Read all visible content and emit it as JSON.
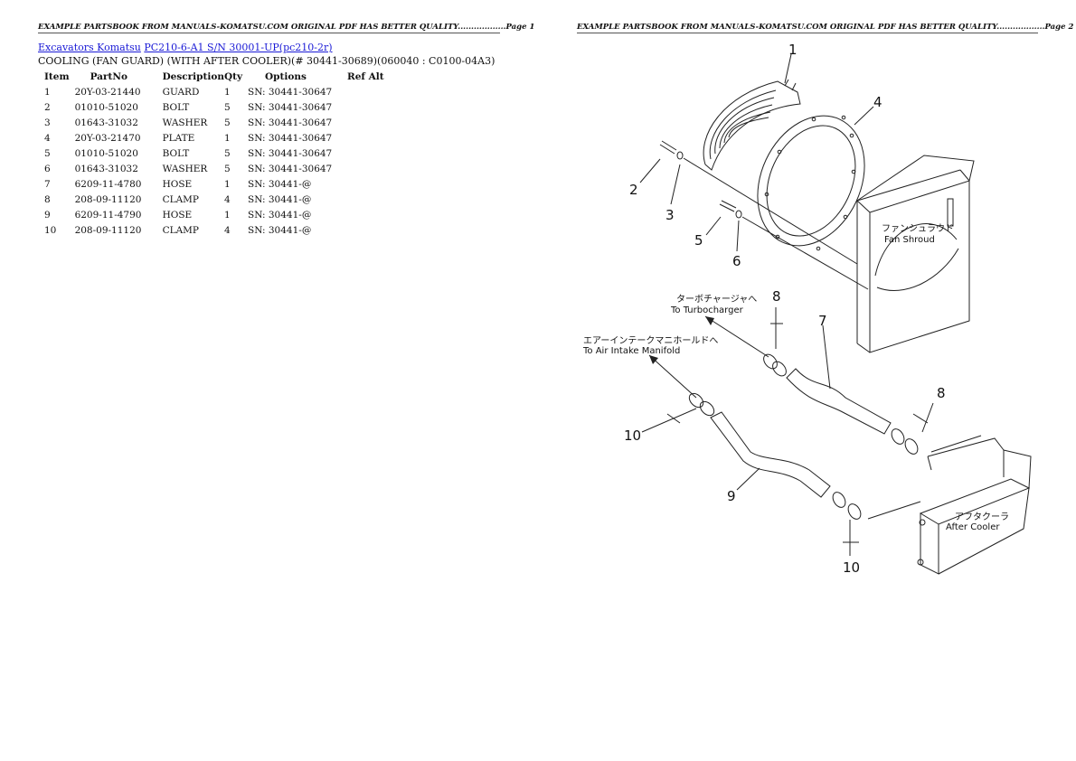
{
  "page1_header": "EXAMPLE PARTSBOOK FROM MANUALS-KOMATSU.COM ORIGINAL PDF HAS BETTER QUALITY..................Page 1",
  "page2_header": "EXAMPLE PARTSBOOK FROM MANUALS-KOMATSU.COM ORIGINAL PDF HAS BETTER QUALITY..................Page 2",
  "breadcrumb": {
    "link1": "Excavators Komatsu",
    "link2": "PC210-6-A1 S/N 30001-UP(pc210-2r)"
  },
  "subtitle": "COOLING (FAN GUARD) (WITH AFTER COOLER)(# 30441-30689)(060040 : C0100-04A3)",
  "table": {
    "headers": {
      "item": "Item",
      "partno": "PartNo",
      "description": "Description",
      "qty": "Qty",
      "options": "Options",
      "refalt": "Ref Alt"
    },
    "rows": [
      {
        "item": "1",
        "partno": "20Y-03-21440",
        "description": "GUARD",
        "qty": "1",
        "options": "SN: 30441-30647"
      },
      {
        "item": "2",
        "partno": "01010-51020",
        "description": "BOLT",
        "qty": "5",
        "options": "SN: 30441-30647"
      },
      {
        "item": "3",
        "partno": "01643-31032",
        "description": "WASHER",
        "qty": "5",
        "options": "SN: 30441-30647"
      },
      {
        "item": "4",
        "partno": "20Y-03-21470",
        "description": "PLATE",
        "qty": "1",
        "options": "SN: 30441-30647"
      },
      {
        "item": "5",
        "partno": "01010-51020",
        "description": "BOLT",
        "qty": "5",
        "options": "SN: 30441-30647"
      },
      {
        "item": "6",
        "partno": "01643-31032",
        "description": "WASHER",
        "qty": "5",
        "options": "SN: 30441-30647"
      },
      {
        "item": "7",
        "partno": "6209-11-4780",
        "description": "HOSE",
        "qty": "1",
        "options": "SN: 30441-@"
      },
      {
        "item": "8",
        "partno": "208-09-11120",
        "description": "CLAMP",
        "qty": "4",
        "options": "SN: 30441-@"
      },
      {
        "item": "9",
        "partno": "6209-11-4790",
        "description": "HOSE",
        "qty": "1",
        "options": "SN: 30441-@"
      },
      {
        "item": "10",
        "partno": "208-09-11120",
        "description": "CLAMP",
        "qty": "4",
        "options": "SN: 30441-@"
      }
    ]
  },
  "diagram": {
    "callouts": [
      "1",
      "4",
      "2",
      "3",
      "5",
      "6",
      "8",
      "7",
      "8",
      "10",
      "9",
      "10"
    ],
    "turbo_jp": "ターボチャージャへ",
    "turbo_en": "To Turbocharger",
    "intake_jp": "エアーインテークマニホールドへ",
    "intake_en": "To Air Intake Manifold",
    "shroud_jp": "ファンシュラウド",
    "shroud_en": "Fan Shroud",
    "cooler_jp": "アフタクーラ",
    "cooler_en": "After Cooler"
  },
  "colors": {
    "link": "#1a1ad6",
    "text": "#111111",
    "background": "#ffffff"
  }
}
